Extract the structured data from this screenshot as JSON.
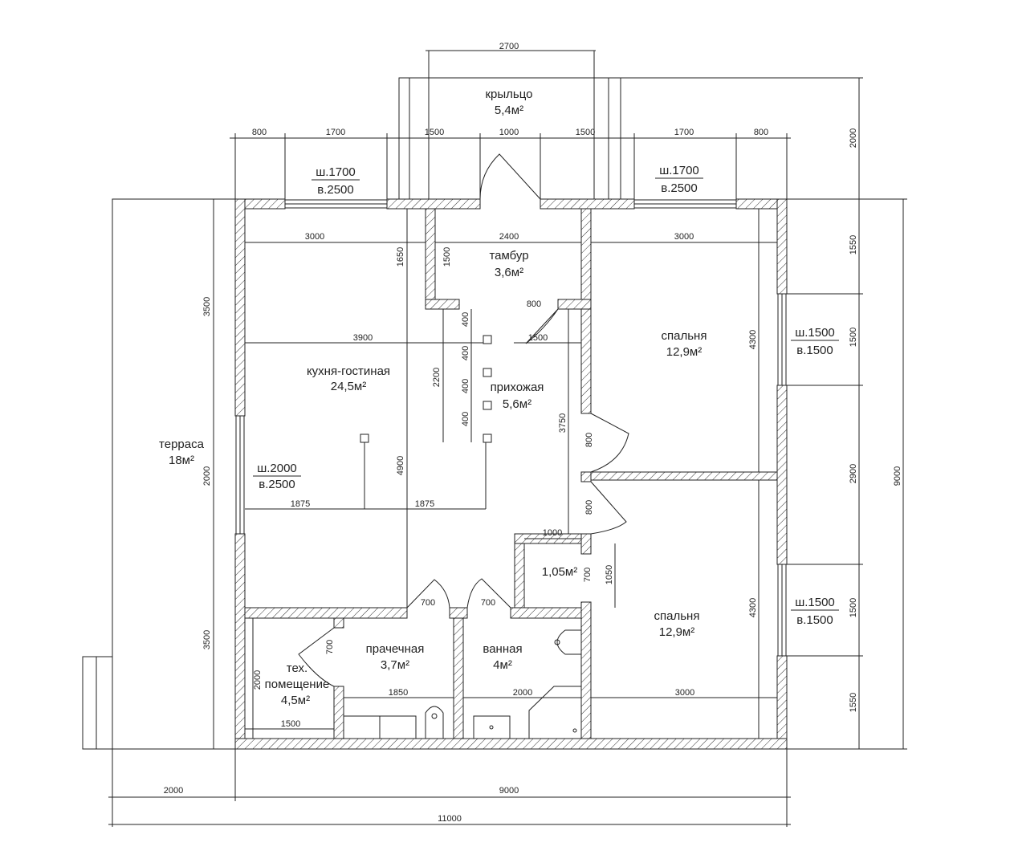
{
  "rooms": {
    "porch": {
      "name": "крыльцо",
      "area": "5,4м²"
    },
    "vestibule": {
      "name": "тамбур",
      "area": "3,6м²"
    },
    "kitchen": {
      "name": "кухня-гостиная",
      "area": "24,5м²"
    },
    "hallway": {
      "name": "прихожая",
      "area": "5,6м²"
    },
    "bedroom1": {
      "name": "спальня",
      "area": "12,9м²"
    },
    "bedroom2": {
      "name": "спальня",
      "area": "12,9м²"
    },
    "terrace": {
      "name": "терраса",
      "area": "18м²"
    },
    "tech": {
      "name1": "тех.",
      "name2": "помещение",
      "area": "4,5м²"
    },
    "laundry": {
      "name": "прачечная",
      "area": "3,7м²"
    },
    "bath": {
      "name": "ванная",
      "area": "4м²"
    },
    "closet": {
      "area": "1,05м²"
    }
  },
  "windows": {
    "top_left": {
      "w": "ш.1700",
      "h": "в.2500"
    },
    "top_right": {
      "w": "ш.1700",
      "h": "в.2500"
    },
    "left": {
      "w": "ш.2000",
      "h": "в.2500"
    },
    "right_top": {
      "w": "ш.1500",
      "h": "в.1500"
    },
    "right_bottom": {
      "w": "ш.1500",
      "h": "в.1500"
    }
  },
  "dims": {
    "porch_width": "2700",
    "top": [
      "800",
      "1700",
      "1500",
      "1000",
      "1500",
      "1700",
      "800"
    ],
    "inner_top": [
      "3000",
      "2400",
      "3000"
    ],
    "left": [
      "3500",
      "2000",
      "3500"
    ],
    "right": [
      "2000",
      "1550",
      "1500",
      "2900",
      "1500",
      "1550",
      "9000"
    ],
    "bottom": [
      "2000",
      "9000",
      "11000"
    ],
    "interior": {
      "d1650": "1650",
      "d1500v": "1500",
      "d800": "800",
      "d400a": "400",
      "d400b": "400",
      "d400c": "400",
      "d400d": "400",
      "d3900": "3900",
      "d1500h": "1500",
      "d2200": "2200",
      "d3750": "3750",
      "d4900": "4900",
      "d1875a": "1875",
      "d1875b": "1875",
      "d800a": "800",
      "d800b": "800",
      "d1000": "1000",
      "d700v": "700",
      "d1050": "1050",
      "d700a": "700",
      "d700b": "700",
      "d700t": "700",
      "d2000v": "2000",
      "d1850": "1850",
      "d2000h": "2000",
      "d3000": "3000",
      "d1500b": "1500",
      "d4300a": "4300",
      "d4300b": "4300"
    }
  }
}
